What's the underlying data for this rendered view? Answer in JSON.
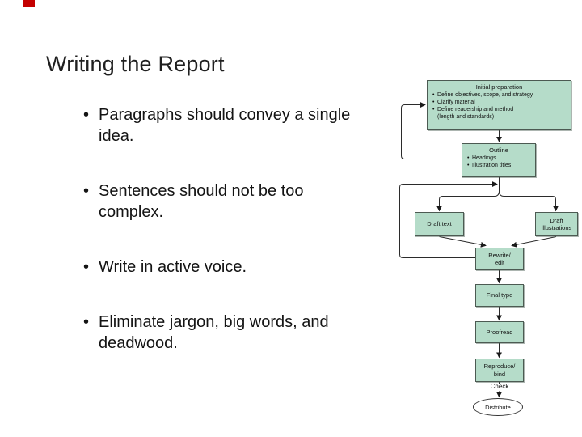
{
  "slide": {
    "title": "Writing the Report",
    "bullet_char": "•",
    "bullets": [
      "Paragraphs should convey a single\nidea.",
      "Sentences should not be too\ncomplex.",
      "Write in active voice.",
      "Eliminate jargon, big words, and\ndeadwood."
    ]
  },
  "flowchart": {
    "bullet_char": "•",
    "initial_preparation": {
      "title": "Initial preparation",
      "bullets": [
        "Define objectives, scope, and strategy",
        "Clarify material",
        "Define readership and method"
      ],
      "continuation": "(length and standards)"
    },
    "outline": {
      "title": "Outline",
      "bullets": [
        "Headings",
        "Illustration titles"
      ]
    },
    "draft_text": {
      "label": "Draft text"
    },
    "draft_illustrations": {
      "label": "Draft\nillustrations"
    },
    "rewrite_edit": {
      "label": "Rewrite/\nedit"
    },
    "final_type": {
      "label": "Final type"
    },
    "proofread": {
      "label": "Proofread"
    },
    "reproduce_bind": {
      "label": "Reproduce/\nbind"
    },
    "check_label": "Check",
    "distribute": {
      "label": "Distribute"
    },
    "colors": {
      "box_fill": "#b5dcc9",
      "box_border": "#4c5a52",
      "connector": "#2b2b2b",
      "arrow_fill": "#1a1a1a"
    }
  },
  "decoration": {
    "corner_marker_color": "#c40000"
  }
}
